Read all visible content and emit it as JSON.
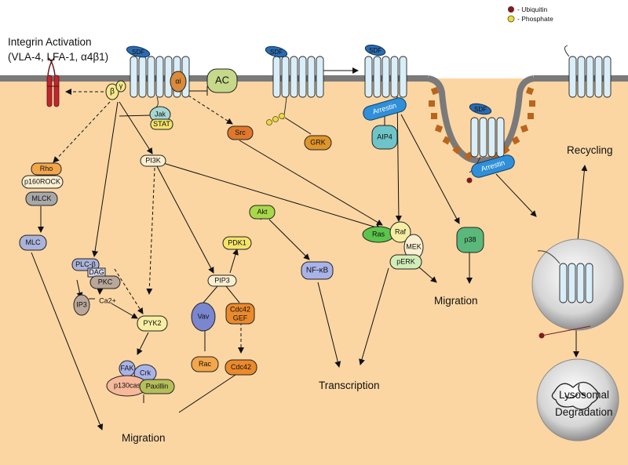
{
  "legend": {
    "ubiquitin": "- Ubiquitin",
    "phosphate": "- Phosphate"
  },
  "colors": {
    "cytoplasm": "#fbd6a3",
    "membrane": "#7a7a7a",
    "receptor": "#d9eef8",
    "sdf": "#2b6cb0",
    "ubiquitin": "#7b1d1d",
    "phosphate": "#e8d84a",
    "integrin": "#c0262d"
  },
  "headings": {
    "integrin_line1": "Integrin Activation",
    "integrin_line2": "(VLA-4, LFA-1, α4β1)",
    "migration_bottom": "Migration",
    "migration_mid": "Migration",
    "transcription": "Transcription",
    "recycling": "Recycling",
    "lysosomal1": "Lysosomal",
    "lysosomal2": "Degradation"
  },
  "nodes": {
    "ac": "AC",
    "beta": "β",
    "gamma": "γ",
    "alpha": "αi",
    "jak": "Jak",
    "stat": "STAT",
    "src": "Src",
    "grk": "GRK",
    "arrestin1": "Arrestin",
    "arrestin2": "Arrestin",
    "aip4": "AIP4",
    "rho": "Rho",
    "p160rock": "p160ROCK",
    "mlck": "MLCK",
    "mlc": "MLC",
    "pi3k": "PI3K",
    "akt": "Akt",
    "pdk1": "PDK1",
    "pip3": "PIP3",
    "nfkb": "NF-κB",
    "vav": "Vav",
    "rac": "Rac",
    "cdc42gef1": "Cdc42",
    "cdc42gef2": "GEF",
    "cdc42": "Cdc42",
    "plcb": "PLC-β",
    "dag": "DAG",
    "pkc": "PKC",
    "ip3": "IP3",
    "ca2": "Ca2+",
    "pyk2": "PYK2",
    "fak": "FAK",
    "crk": "Crk",
    "p130cas": "p130cas",
    "paxillin": "Paxillin",
    "ras": "Ras",
    "raf": "Raf",
    "mek": "MEK",
    "perk": "pERK",
    "p38": "p38",
    "sdf1": "SDF",
    "sdf2": "SDF",
    "sdf3": "SDF",
    "sdf4": "SDF"
  }
}
